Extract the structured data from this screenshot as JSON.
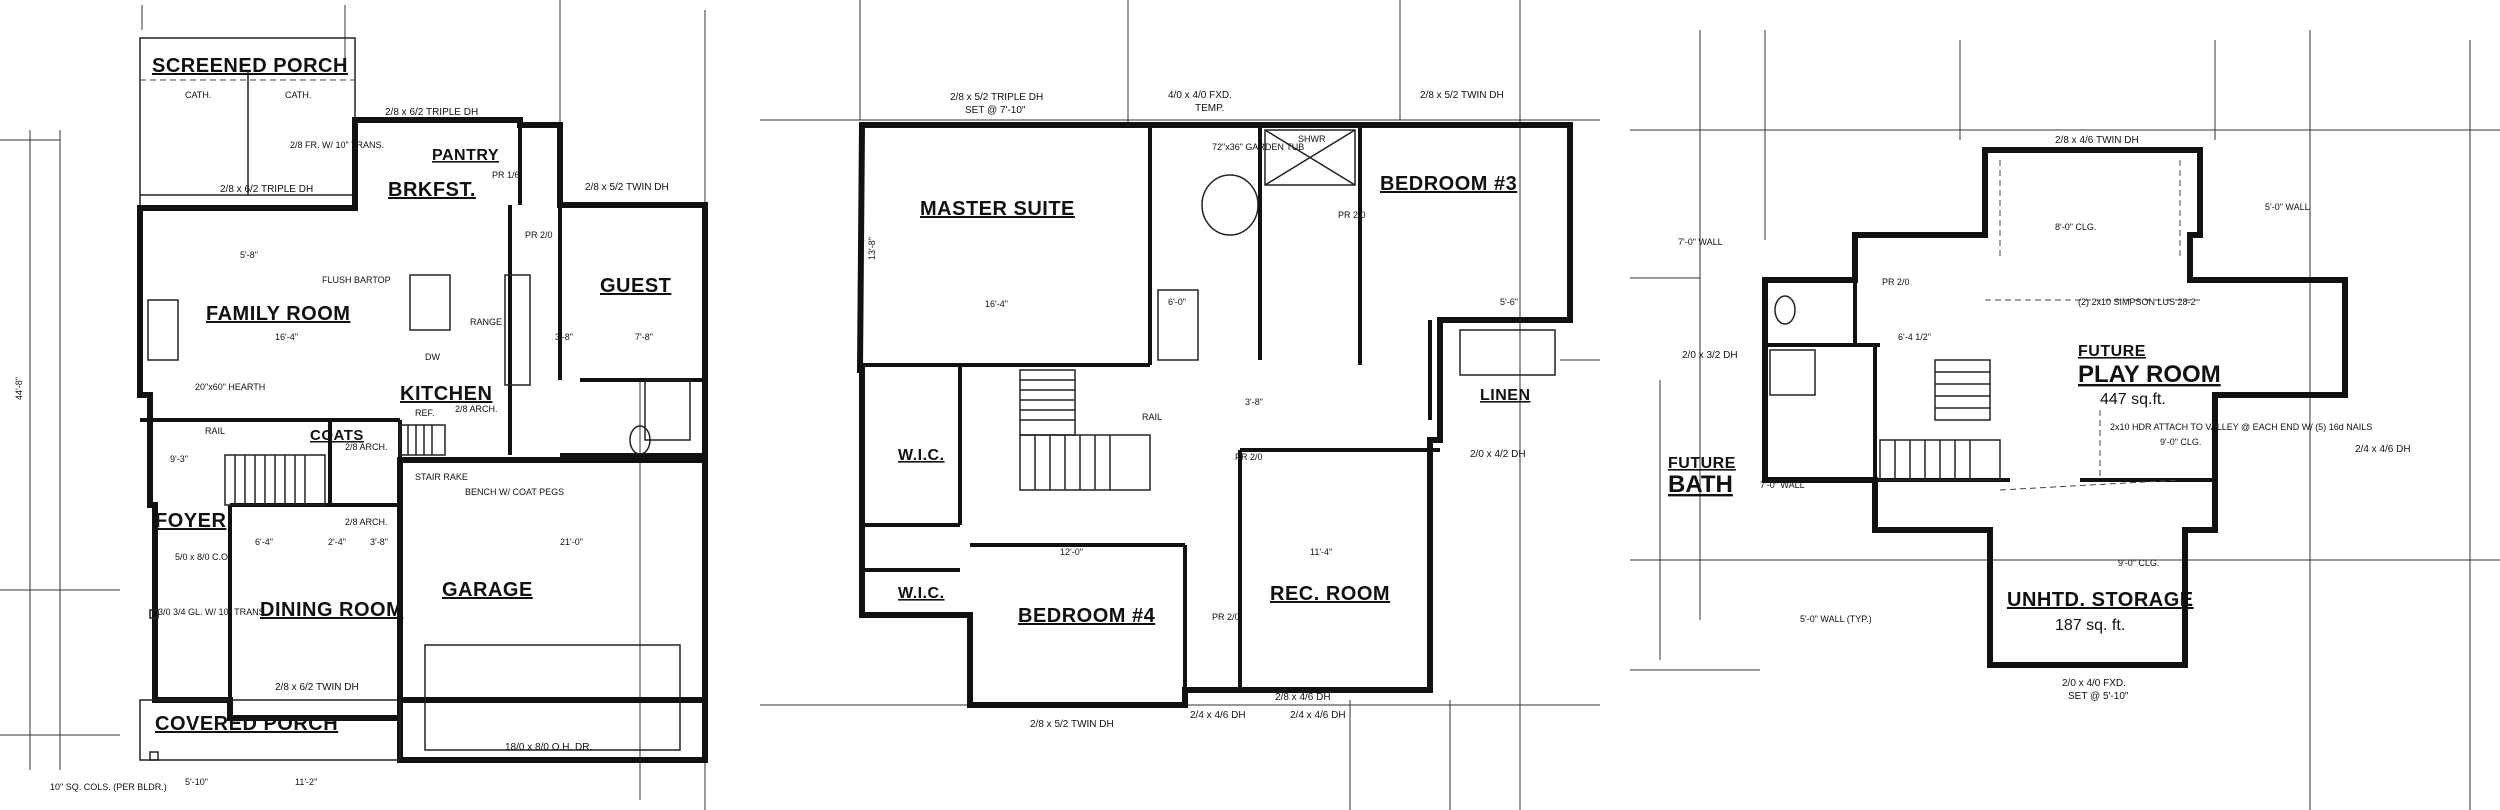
{
  "plans": {
    "main_floor": {
      "rooms": {
        "screened_porch": "SCREENED PORCH",
        "brkfst": "BRKFST.",
        "pantry": "PANTRY",
        "guest": "GUEST",
        "family_room": "FAMILY ROOM",
        "kitchen": "KITCHEN",
        "coats": "COATS",
        "foyer": "FOYER",
        "dining_room": "DINING ROOM",
        "garage": "GARAGE",
        "covered_porch": "COVERED PORCH"
      },
      "notes": {
        "cath1": "CATH.",
        "cath2": "CATH.",
        "win_triple_top": "2/8 x 6/2 TRIPLE DH",
        "win_triple_left": "2/8 x 6/2 TRIPLE DH",
        "fr_trans": "2/8 FR. W/ 10\" TRANS.",
        "win_twin_guest": "2/8 x 5/2 TWIN DH",
        "flush_bartop": "FLUSH BARTOP",
        "range": "RANGE",
        "dw": "DW",
        "hearth": "20\"x60\" HEARTH",
        "ref": "REF.",
        "rail": "RAIL",
        "arch1": "2/8 ARCH.",
        "arch2": "2/8 ARCH.",
        "arch3": "2/8 ARCH.",
        "stair_rake": "STAIR RAKE",
        "bench": "BENCH W/ COAT PEGS",
        "co": "5/0 x 8/0 C.O.",
        "sidelight": "3/0 3/4 GL. W/ 10\" TRANS.",
        "win_twin_dining": "2/8 x 6/2 TWIN DH",
        "garage_door": "18/0 x 8/0 O.H. DR.",
        "cols": "10\" SQ. COLS. (PER BLDR.)",
        "pr": "PR 1/6",
        "pr2": "PR 2/0"
      },
      "dims": {
        "overall_height": "44'-8\"",
        "d1": "16'-4\"",
        "d2": "3'-8\"",
        "d3": "7'-8\"",
        "d4": "6'-4\"",
        "d5": "2'-4\"",
        "d6": "3'-8\"",
        "d7": "21'-0\"",
        "d8": "5'-10\"",
        "d9": "11'-2\"",
        "d10": "9'-3\"",
        "d11": "5'-8\""
      }
    },
    "second_floor": {
      "rooms": {
        "master_suite": "MASTER SUITE",
        "bedroom3": "BEDROOM #3",
        "wic1": "W.I.C.",
        "wic2": "W.I.C.",
        "bedroom4": "BEDROOM #4",
        "rec_room": "REC. ROOM",
        "linen": "LINEN"
      },
      "notes": {
        "win_triple": "2/8 x 5/2 TRIPLE DH",
        "win_triple_set": "SET @ 7'-10\"",
        "fxd": "4/0 x 4/0 FXD.",
        "temp": "TEMP.",
        "win_twin_b3": "2/8 x 5/2 TWIN DH",
        "tub": "72\"x36\" GARDEN TUB",
        "shwr": "SHWR",
        "win_right": "2/0 x 4/2 DH",
        "rail": "RAIL",
        "pr1": "PR 2/0",
        "pr2": "PR 2/0",
        "pr3": "PR 2/0",
        "win_b4": "2/8 x 5/2 TWIN DH",
        "win_rec1": "2/8 x 4/6 DH",
        "win_rec2": "2/4 x 4/6 DH",
        "win_rec3": "2/4 x 4/6 DH"
      },
      "dims": {
        "d1": "16'-4\"",
        "d2": "13'-8\"",
        "d3": "12'-0\"",
        "d4": "11'-4\"",
        "d5": "3'-8\"",
        "d6": "5'-6\"",
        "d7": "6'-0\""
      }
    },
    "bonus_floor": {
      "rooms": {
        "future_play_small": "FUTURE",
        "play_room": "PLAY ROOM",
        "play_area": "447 sq.ft.",
        "future_bath_small": "FUTURE",
        "bath": "BATH",
        "storage": "UNHTD. STORAGE",
        "storage_area": "187 sq. ft."
      },
      "notes": {
        "win_twin_top": "2/8 x 4/6 TWIN DH",
        "wall_5": "5'-0\" WALL",
        "wall_7a": "7'-0\" WALL",
        "wall_7b": "7'-0\" WALL",
        "clg_8": "8'-0\" CLG.",
        "beam": "(2) 2x10 SIMPSON LUS 28-2",
        "hdr": "2x10 HDR ATTACH TO VALLEY @ EACH END W/ (5) 16d NAILS",
        "clg_9a": "9'-0\" CLG.",
        "clg_9b": "9'-0\" CLG.",
        "win_left": "2/0 x 3/2 DH",
        "win_right": "2/4 x 4/6 DH",
        "wall_typ": "5'-0\" WALL (TYP.)",
        "win_bottom": "2/0 x 4/0 FXD.",
        "win_bottom_set": "SET @ 5'-10\"",
        "pr": "PR 2/0",
        "dim_w": "6'-4 1/2\""
      }
    }
  }
}
